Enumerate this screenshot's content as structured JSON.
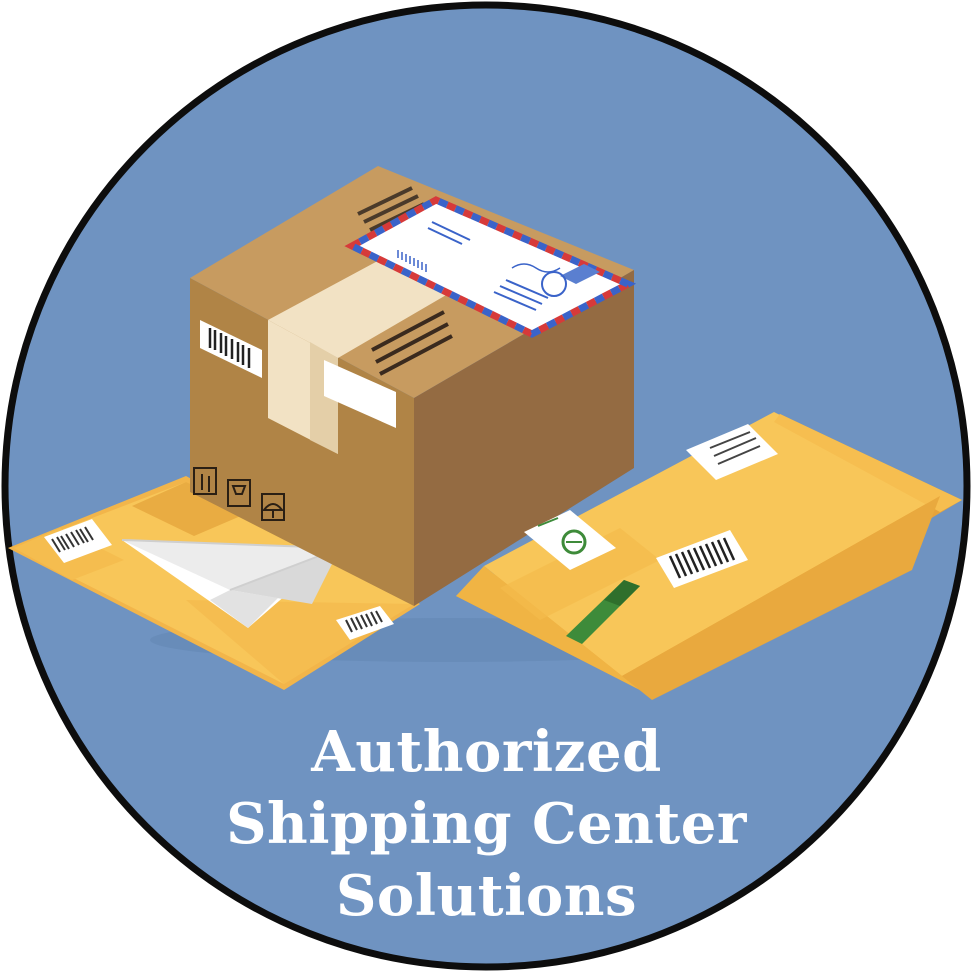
{
  "badge": {
    "title_lines": [
      "Authorized",
      "Shipping Center",
      "Solutions"
    ]
  },
  "colors": {
    "circle_fill": "#6F93C1",
    "circle_outline": "#0d0d0d",
    "box_top": "#C79B60",
    "box_left": "#B08446",
    "box_right": "#946B42",
    "tape": "#F2E2C4",
    "envelope_yellow": "#F8C659",
    "envelope_shade": "#E7A33A",
    "green_tape": "#3E8B3A",
    "airmail_red": "#D63A3A",
    "airmail_blue": "#3A63C9",
    "title_text": "#ffffff"
  }
}
